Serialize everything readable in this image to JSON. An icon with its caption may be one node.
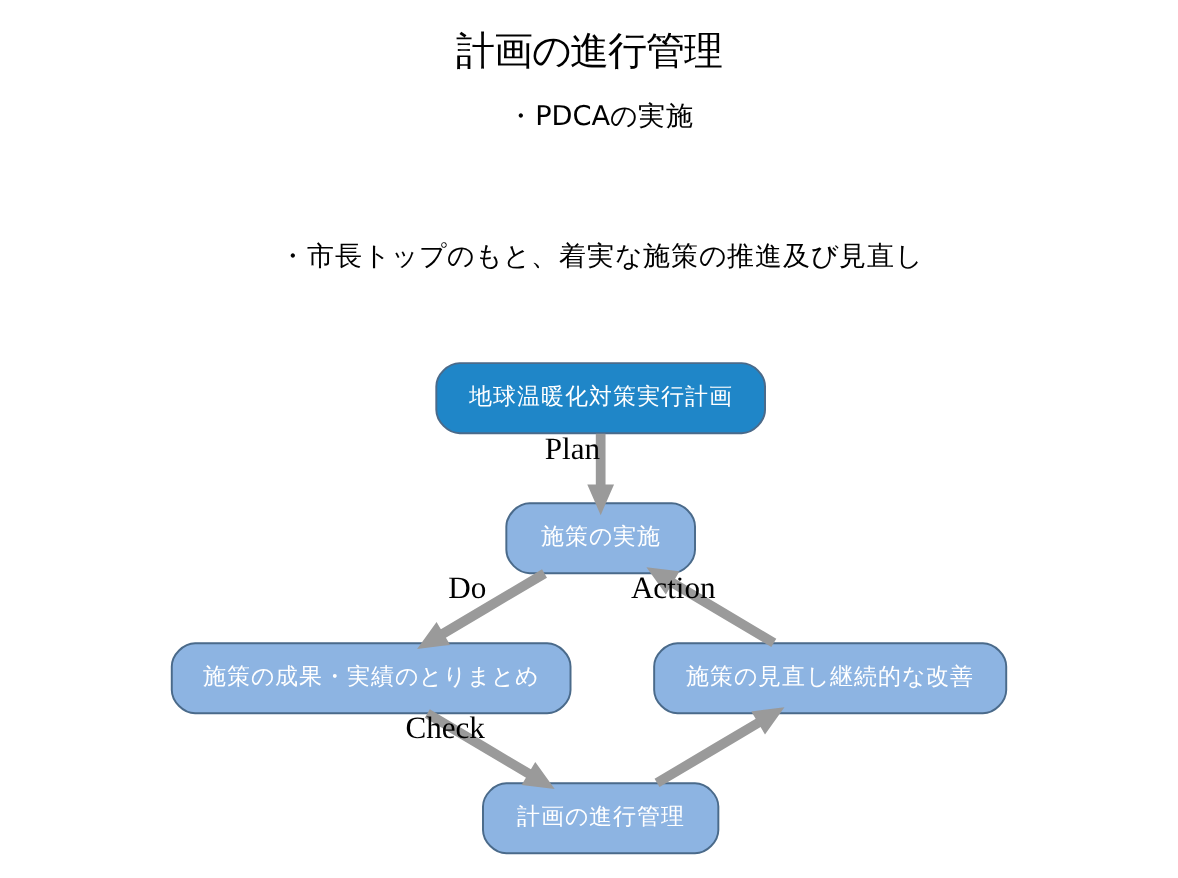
{
  "diagram": {
    "title": "計画の進行管理",
    "nodes": [
      {
        "text": [
          "地球温暖化対策実行計画"
        ]
      },
      {
        "text": [
          "施策の実施"
        ]
      },
      {
        "text": [
          "施策の成果・実績のとりまとめ"
        ]
      },
      {
        "text": [
          "計画の進行管理"
        ]
      },
      {
        "text": [
          "施策の見直し継続的な改善"
        ]
      }
    ],
    "edges": [
      {
        "from": 0,
        "to": 1,
        "arrow": "to",
        "label": "Plan"
      },
      {
        "from": 1,
        "to": 2,
        "arrow": "to",
        "label": "Do"
      },
      {
        "from": 2,
        "to": 3,
        "arrow": "to",
        "label": "Check"
      },
      {
        "from": 3,
        "to": 4,
        "arrow": "to"
      },
      {
        "from": 4,
        "to": 1,
        "arrow": "to",
        "label": "Action"
      }
    ],
    "labels": [
      "・PDCAの実施",
      "・市長トップのもと、着実な施策の推進及び見直し"
    ]
  }
}
